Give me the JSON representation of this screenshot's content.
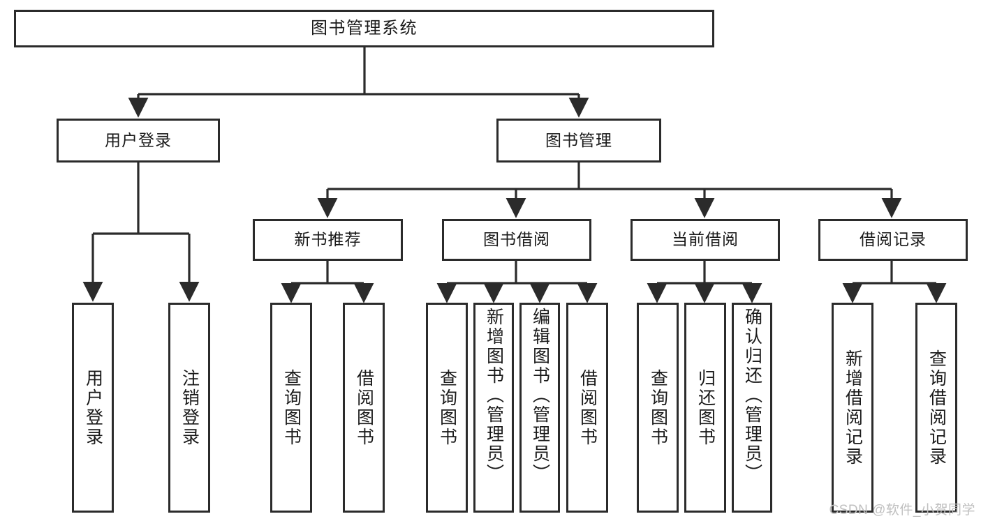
{
  "diagram": {
    "type": "tree-hierarchy",
    "title": "图书管理系统",
    "orientation": "top-down",
    "colors": {
      "box_border": "#2b2b2b",
      "box_fill": "#ffffff",
      "edge": "#2b2b2b",
      "text": "#1a1a1a",
      "watermark": "#bfbfbf",
      "background": "#ffffff"
    }
  },
  "root": {
    "label": "图书管理系统"
  },
  "level2": [
    {
      "label": "用户登录"
    },
    {
      "label": "图书管理"
    }
  ],
  "level3": [
    {
      "label": "新书推荐"
    },
    {
      "label": "图书借阅"
    },
    {
      "label": "当前借阅"
    },
    {
      "label": "借阅记录"
    }
  ],
  "leaves": {
    "user_login": [
      {
        "label": "用户登录"
      },
      {
        "label": "注销登录"
      }
    ],
    "new_book": [
      {
        "label": "查询图书"
      },
      {
        "label": "借阅图书"
      }
    ],
    "borrow_book": [
      {
        "label": "查询图书"
      },
      {
        "label": "新增图书（管理员）"
      },
      {
        "label": "编辑图书（管理员）"
      },
      {
        "label": "借阅图书"
      }
    ],
    "current_borrow": [
      {
        "label": "查询图书"
      },
      {
        "label": "归还图书"
      },
      {
        "label": "确认归还（管理员）"
      }
    ],
    "borrow_record": [
      {
        "label": "新增借阅记录"
      },
      {
        "label": "查询借阅记录"
      }
    ]
  },
  "watermark": {
    "text": "CSDN @软件_小贺同学"
  }
}
